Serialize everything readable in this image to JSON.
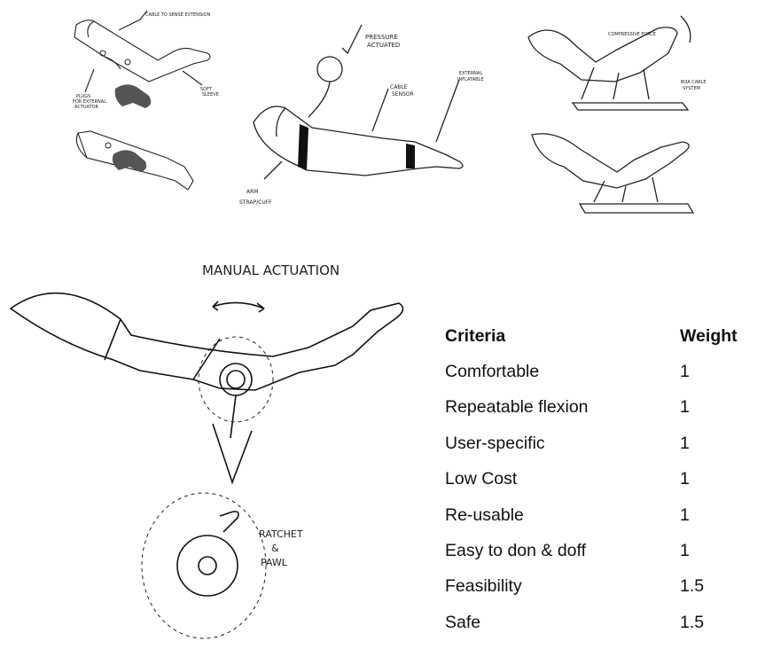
{
  "sketch1": {
    "label_cable": "CABLE TO SENSE EXTENSION",
    "label_plugs": [
      "PLUGS",
      "FOR EXTERNAL",
      "ACTUATOR"
    ],
    "label_sleeve": [
      "SOFT",
      "SLEEVE"
    ]
  },
  "sketch2": {
    "label_pressure": [
      "PRESSURE",
      "ACTUATED"
    ],
    "label_cable_sensor": [
      "CABLE",
      "SENSOR"
    ],
    "label_inflatable": [
      "EXTERNAL",
      "INFLATABLE"
    ],
    "label_strap": [
      "ARM",
      "STRAP/CUFF"
    ]
  },
  "sketch3": {
    "label_force": "COMPRESSIVE FORCE",
    "label_boa": [
      "BOA CABLE",
      "SYSTEM"
    ]
  },
  "sketch5": {
    "title": "MANUAL ACTUATION",
    "label_ratchet": [
      "RATCHET",
      "&",
      "PAWL"
    ]
  },
  "table": {
    "header": {
      "criteria": "Criteria",
      "weight": "Weight"
    },
    "rows": [
      {
        "criteria": "Comfortable",
        "weight": "1"
      },
      {
        "criteria": "Repeatable flexion",
        "weight": "1"
      },
      {
        "criteria": "User-specific",
        "weight": "1"
      },
      {
        "criteria": "Low Cost",
        "weight": "1"
      },
      {
        "criteria": "Re-usable",
        "weight": "1"
      },
      {
        "criteria": "Easy to don & doff",
        "weight": "1"
      },
      {
        "criteria": "Feasibility",
        "weight": "1.5"
      },
      {
        "criteria": "Safe",
        "weight": "1.5"
      }
    ]
  }
}
